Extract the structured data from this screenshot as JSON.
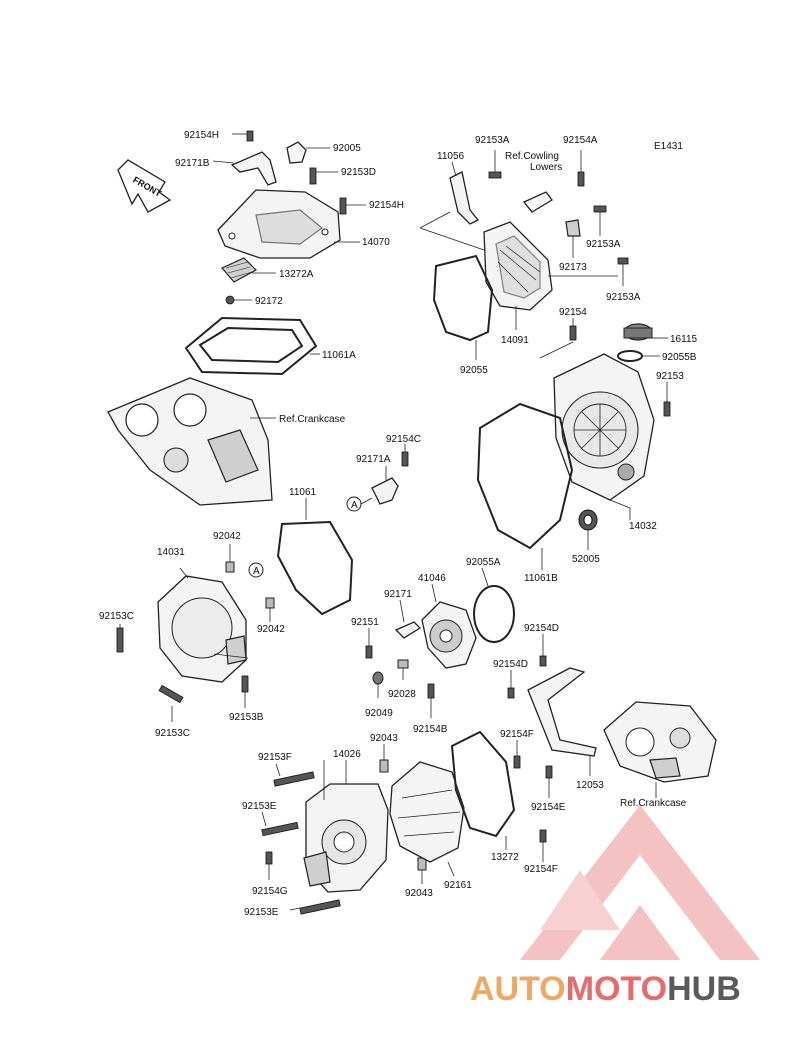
{
  "diagram_code": "E1431",
  "front_label": "FRONT",
  "ref_circle": "A",
  "labels": {
    "l92154H_top": "92154H",
    "l92171B": "92171B",
    "l92005": "92005",
    "l92153D": "92153D",
    "l92154H_mid": "92154H",
    "l14070": "14070",
    "l13272A": "13272A",
    "l92172": "92172",
    "l11061A": "11061A",
    "lRefCrank1": "Ref.Crankcase",
    "l92153A_top": "92153A",
    "l11056": "11056",
    "lRefCowling1": "Ref.Cowling",
    "lRefCowling2": "Lowers",
    "l92154A": "92154A",
    "l92153A_mid": "92153A",
    "l92173": "92173",
    "l92153A_low": "92153A",
    "l14091": "14091",
    "l92055": "92055",
    "l92154": "92154",
    "l16115": "16115",
    "l92055B": "92055B",
    "l92153": "92153",
    "l92154C": "92154C",
    "l92171A": "92171A",
    "l11061": "11061",
    "l14032": "14032",
    "l52005": "52005",
    "l11061B": "11061B",
    "l92042_top": "92042",
    "l14031": "14031",
    "l92153C_left": "92153C",
    "l92042_low": "92042",
    "l92153B": "92153B",
    "l92153C_bot": "92153C",
    "l92055A": "92055A",
    "l41046": "41046",
    "l92171": "92171",
    "l92151": "92151",
    "l92154D_top": "92154D",
    "l92154D_mid": "92154D",
    "l92028": "92028",
    "l92049": "92049",
    "l92154B": "92154B",
    "l92043_top": "92043",
    "l14026": "14026",
    "l92153F": "92153F",
    "l92154F_top": "92154F",
    "l12053": "12053",
    "lRefCrank2": "Ref.Crankcase",
    "l92154E": "92154E",
    "l92153E_top": "92153E",
    "l13272": "13272",
    "l92154F_bot": "92154F",
    "l92154G": "92154G",
    "l92043_bot": "92043",
    "l92161": "92161",
    "l92153E_bot": "92153E"
  },
  "watermark": {
    "part1": "AUTO",
    "part2": "MOTO",
    "part3": "HUB",
    "color_auto": "#f0a860",
    "color_moto": "#e86a6a",
    "color_hub": "#5a5a5a"
  }
}
